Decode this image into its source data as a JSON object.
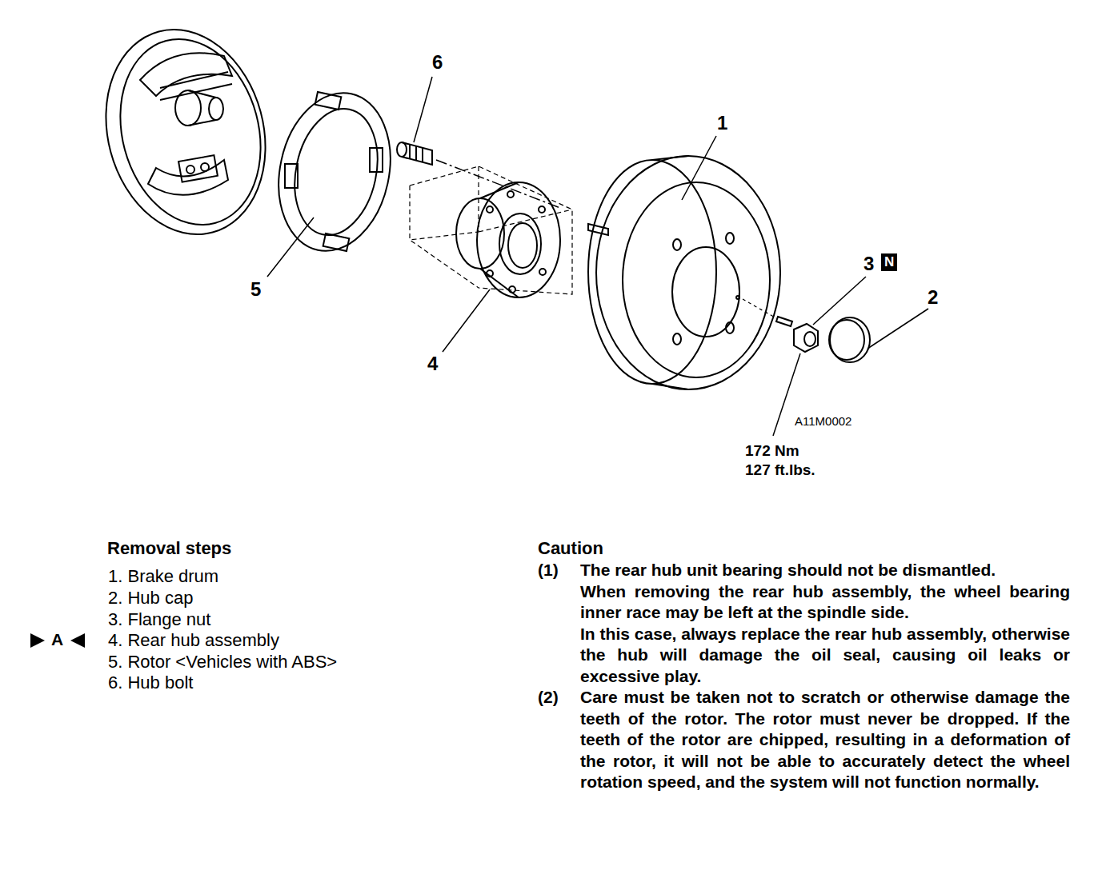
{
  "diagram": {
    "labels": [
      "6",
      "1",
      "5",
      "4",
      "3",
      "N",
      "2",
      "A11M0002",
      "172 Nm",
      "127 ft.lbs.",
      "Removal steps",
      "1. Brake drum",
      "2. Hub cap",
      "3. Flange nut",
      "A",
      "4. Rear hub assembly",
      "5. Rotor <Vehicles with ABS>",
      "6. Hub bolt",
      "Caution",
      "(1)",
      "The rear hub unit bearing should not be dismantled.",
      "When removing the rear hub assembly, the wheel bearing inner race may be left at the spindle side.",
      "In this case, always replace the rear hub assembly, otherwise the hub will damage the oil seal, causing oil leaks or excessive play.",
      "(2)",
      "Care must be taken not to scratch or otherwise damage the teeth of the rotor. The rotor must never be dropped. If the teeth of the rotor are chipped, resulting in a deformation of the rotor, it will not be able to accurately detect the wheel rotation speed, and the system will not function normally."
    ]
  }
}
